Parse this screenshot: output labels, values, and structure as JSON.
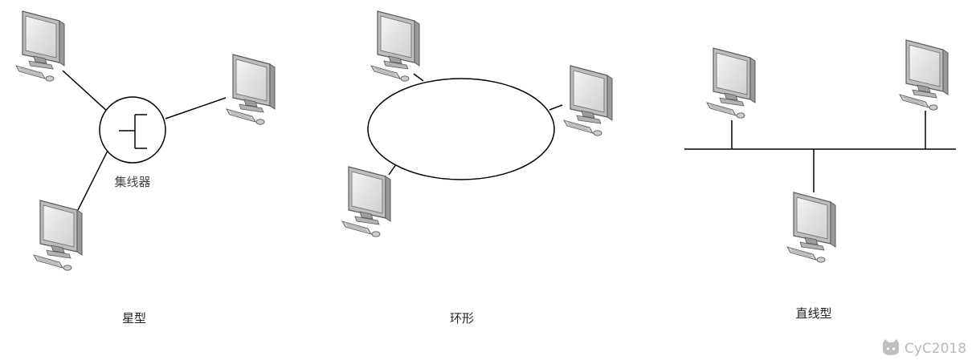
{
  "diagram": {
    "star": {
      "caption": "星型",
      "hub_label": "集线器"
    },
    "ring": {
      "caption": "环形"
    },
    "bus": {
      "caption": "直线型"
    }
  },
  "watermark": {
    "text": "CyC2018"
  },
  "icons": {
    "computer": "computer-icon",
    "hub": "hub-icon",
    "watermark": "github-cat-icon"
  },
  "colors": {
    "line": "#000000",
    "screen": "#d8d8d8",
    "screen_edge": "#555555"
  }
}
